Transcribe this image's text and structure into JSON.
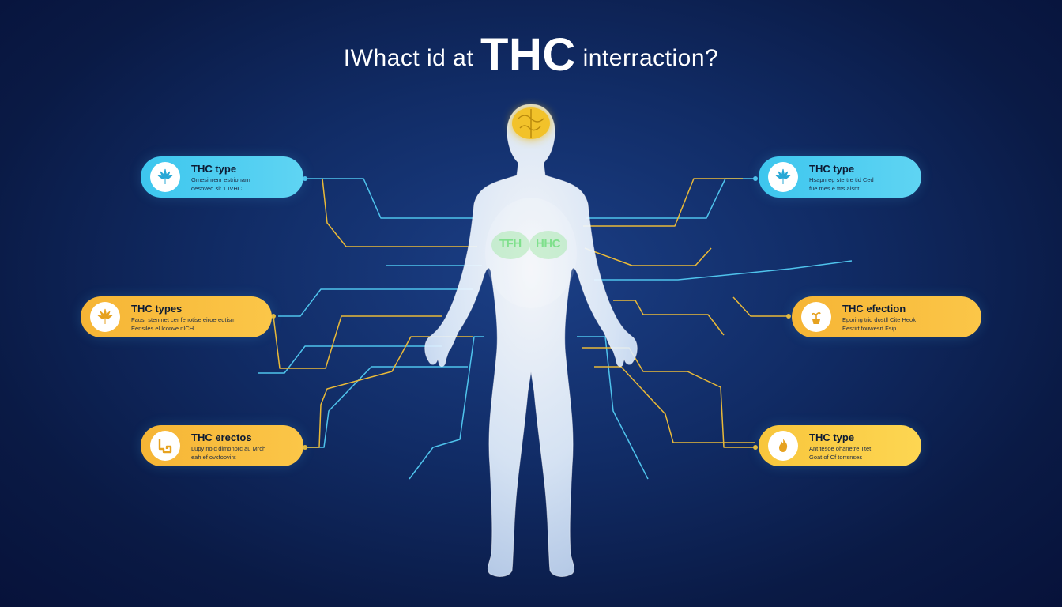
{
  "title": {
    "prefix": "IWhact id at",
    "emphasis": "THC",
    "suffix": "interraction?"
  },
  "body_labels": {
    "left_lung": "TFH",
    "right_lung": "HHC"
  },
  "colors": {
    "background": "#0d2358",
    "cyan_card": "#4ccdf0",
    "orange_card": "#f8bd3d",
    "yellow_card": "#fbd04a",
    "cyan_line": "#4fc3ec",
    "yellow_line": "#e9b938",
    "body": "#e8f3ff",
    "brain": "#f2c22c"
  },
  "cards": [
    {
      "id": "top-left",
      "title": "THC type",
      "subtitle_1": "Gmesinrenr estrionarn",
      "subtitle_2": "desoved sit 1 IVHC",
      "icon": "cannabis-leaf-icon",
      "color": "cyan"
    },
    {
      "id": "top-right",
      "title": "THC type",
      "subtitle_1": "Hsapnreg stertre tid Ced",
      "subtitle_2": "fue mes e ftrs alsnt",
      "icon": "cannabis-leaf-icon",
      "color": "cyan"
    },
    {
      "id": "mid-left",
      "title": "THC types",
      "subtitle_1": "Fausr stenmet cer fenotise eiroeredtism",
      "subtitle_2": "Eensiles el lconve nICH",
      "icon": "cannabis-leaf-icon",
      "color": "orange"
    },
    {
      "id": "mid-right",
      "title": "THC efection",
      "subtitle_1": "Eporing trid dostll Cite Heok",
      "subtitle_2": "Eesrirt fouwesrt Fsip",
      "icon": "plant-pot-icon",
      "color": "orange"
    },
    {
      "id": "bottom-left",
      "title": "THC erectos",
      "subtitle_1": "Lupy nolc dimonorc au Mrch",
      "subtitle_2": "eah ef ovcfoovirs",
      "icon": "pipe-icon",
      "color": "orange"
    },
    {
      "id": "bottom-right",
      "title": "THC type",
      "subtitle_1": "Ant tesoe ohanetre Ttet",
      "subtitle_2": "Goat of Cf torrsnses",
      "icon": "flame-icon",
      "color": "yellow"
    }
  ]
}
